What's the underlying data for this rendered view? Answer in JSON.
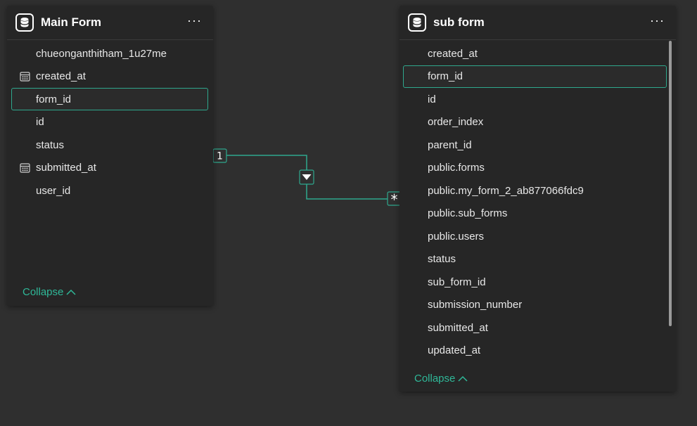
{
  "main_form": {
    "title": "Main Form",
    "more_label": "···",
    "fields": [
      {
        "name": "chueonganthitham_1u27me",
        "icon": ""
      },
      {
        "name": "created_at",
        "icon": "calendar-icon"
      },
      {
        "name": "form_id",
        "icon": "",
        "selected": true
      },
      {
        "name": "id",
        "icon": ""
      },
      {
        "name": "status",
        "icon": ""
      },
      {
        "name": "submitted_at",
        "icon": "calendar-icon"
      },
      {
        "name": "user_id",
        "icon": ""
      }
    ],
    "collapse_label": "Collapse"
  },
  "sub_form": {
    "title": "sub form",
    "more_label": "···",
    "fields": [
      {
        "name": "created_at"
      },
      {
        "name": "form_id",
        "selected": true
      },
      {
        "name": "id"
      },
      {
        "name": "order_index"
      },
      {
        "name": "parent_id"
      },
      {
        "name": "public.forms"
      },
      {
        "name": "public.my_form_2_ab877066fdc9"
      },
      {
        "name": "public.sub_forms"
      },
      {
        "name": "public.users"
      },
      {
        "name": "status"
      },
      {
        "name": "sub_form_id"
      },
      {
        "name": "submission_number"
      },
      {
        "name": "submitted_at"
      },
      {
        "name": "updated_at"
      }
    ],
    "collapse_label": "Collapse"
  },
  "relationship": {
    "source_cardinality": "1",
    "target_cardinality": "*",
    "toggle_icon": "triangle-down-icon"
  },
  "colors": {
    "accent": "#2fa88d",
    "background": "#2f2f2f",
    "card": "#262626"
  }
}
